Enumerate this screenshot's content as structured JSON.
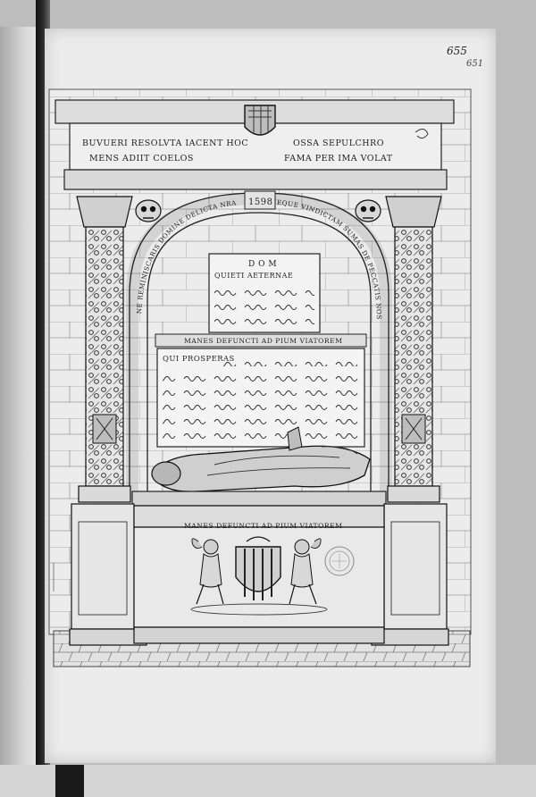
{
  "folio": {
    "primary": "655",
    "secondary": "651"
  },
  "frieze": {
    "left_line_1": "BUVUERI RESOLVTA IACENT HOC",
    "right_line_1": "OSSA SEPULCHRO",
    "left_line_2": "MENS ADIIT COELOS",
    "right_line_2": "FAMA PER IMA VOLAT"
  },
  "arch": {
    "left_inscription": "NE REMINISCARIS DOMINE DELICTA NRA",
    "year": "1598",
    "right_inscription": "NEQUE VINDICTAM SUMAS DE PECCATIS NOSTRIS"
  },
  "upper_tablet": {
    "heading": "D O M",
    "first_line": "QUIETI AETERNAE"
  },
  "band_inscription": "MANES DEFUNCTI AD PIUM VIATOREM",
  "main_tablet": {
    "first_word": "QUI PROSPERAS"
  },
  "base_inscription": "MANES DEFUNCTI AD PIUM VIATOREM",
  "colors": {
    "ink": "#1f1f1f",
    "paper": "#ececec",
    "binding": "#141414"
  }
}
